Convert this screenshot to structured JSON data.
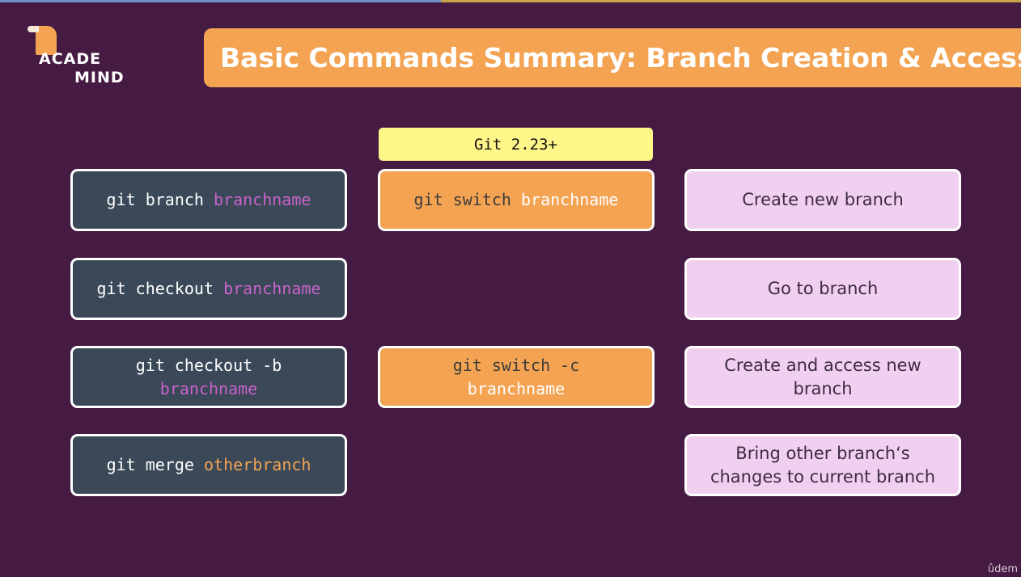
{
  "logo": {
    "line1": "ACADE",
    "line2": "MIND"
  },
  "title": "Basic Commands Summary: Branch Creation & Access",
  "version_badge": "Git 2.23+",
  "rows": [
    {
      "command": {
        "base": "git branch",
        "arg": "branchname"
      },
      "switch": {
        "base": "git switch",
        "arg": "branchname"
      },
      "description": "Create new branch"
    },
    {
      "command": {
        "base": "git checkout",
        "arg": "branchname"
      },
      "description": "Go to branch"
    },
    {
      "command": {
        "base": "git checkout -b",
        "arg": "branchname"
      },
      "switch": {
        "base": "git switch -c",
        "arg": "branchname"
      },
      "description": "Create and access new branch"
    },
    {
      "command": {
        "base": "git merge",
        "arg": "otherbranch"
      },
      "description": "Bring other branch‘s changes to current branch"
    }
  ],
  "watermark": "ûdem",
  "colors": {
    "background": "#461b43",
    "accent_orange": "#f3a352",
    "command_box": "#3a4858",
    "description_box": "#f1cff0",
    "badge_yellow": "#fff68a",
    "arg_pink": "#c863c8"
  }
}
